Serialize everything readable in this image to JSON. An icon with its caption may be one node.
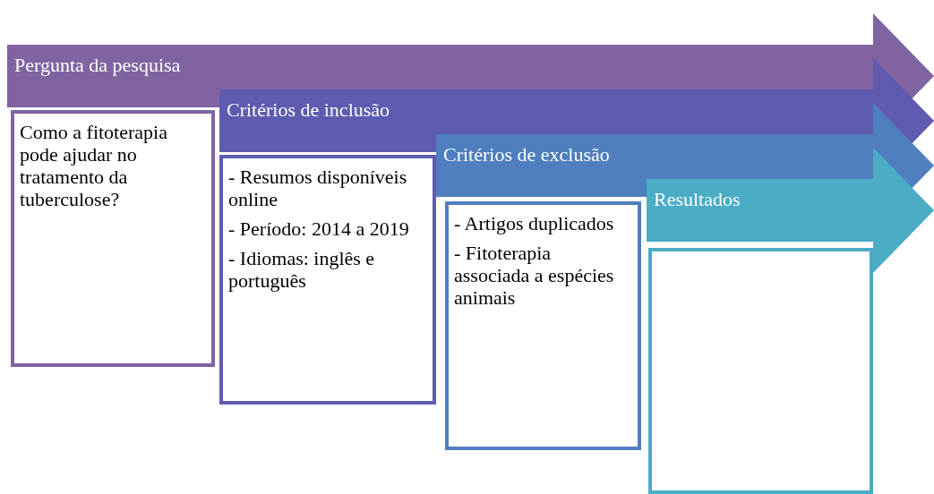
{
  "diagram": {
    "nodes": [
      {
        "text": [
          "Pergunta da pesquisa"
        ]
      },
      {
        "text": [
          "Como a fitoterapia pode ajudar no tratamento da tuberculose?"
        ]
      },
      {
        "text": [
          "Critérios de inclusão"
        ]
      },
      {
        "text": [
          "- Resumos disponíveis online",
          "- Período: 2014 a 2019",
          "- Idiomas: inglês e português"
        ]
      },
      {
        "text": [
          "Critérios de exclusão"
        ]
      },
      {
        "text": [
          "- Artigos duplicados",
          "- Fitoterapia associada a espécies animais"
        ]
      },
      {
        "text": [
          "Resultados"
        ]
      },
      {
        "text": [],
        "shape": "box"
      }
    ]
  }
}
